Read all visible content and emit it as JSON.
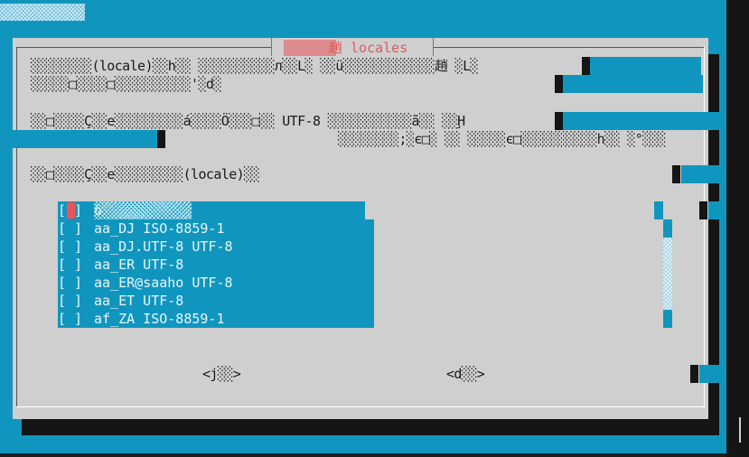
{
  "window": {
    "tab_hint": "",
    "title": "趙 locales"
  },
  "dialog": {
    "line1_a": "░░░░░░░░(locale)░░h░░ ░░░░░░░░░░л░░L░ ░░ü░░░░░░░░░░░░趙 ░L░",
    "line1_b": "░░░░░□░░░░□░░░░░░░░░░'░d░",
    "line2_a": "░░□░░░░Ç░░e░░░░░░░░░á░░░░Ö░░░□░░ UTF-8 ░░░░░░░░░░░ã░░ ░░Ḩ",
    "line2_b": "░░░░░░░░;░є□░ ░░ ░░░░░є□░░░░░░░░░░h░░ ░°░░░",
    "line3": "░░□░░░░Ç░░e░░░░░░░░░(locale)░░"
  },
  "list": {
    "items": [
      {
        "checkbox": "[ ]",
        "label": "ö░░░░░░░░░░░",
        "checked": false,
        "selected": true
      },
      {
        "checkbox": "[ ]",
        "label": "aa_DJ ISO-8859-1",
        "checked": false
      },
      {
        "checkbox": "[ ]",
        "label": "aa_DJ.UTF-8 UTF-8",
        "checked": false
      },
      {
        "checkbox": "[ ]",
        "label": "aa_ER UTF-8",
        "checked": false
      },
      {
        "checkbox": "[ ]",
        "label": "aa_ER@saaho UTF-8",
        "checked": false
      },
      {
        "checkbox": "[ ]",
        "label": "aa_ET UTF-8",
        "checked": false
      },
      {
        "checkbox": "[ ]",
        "label": "af_ZA ISO-8859-1",
        "checked": false
      }
    ]
  },
  "buttons": {
    "ok": "<j░░>",
    "cancel": "<d░░>"
  },
  "colors": {
    "blue": "#1096be",
    "grey": "#cfcfcf",
    "accent_red": "#e8545a",
    "title_red": "#e05a5f"
  }
}
